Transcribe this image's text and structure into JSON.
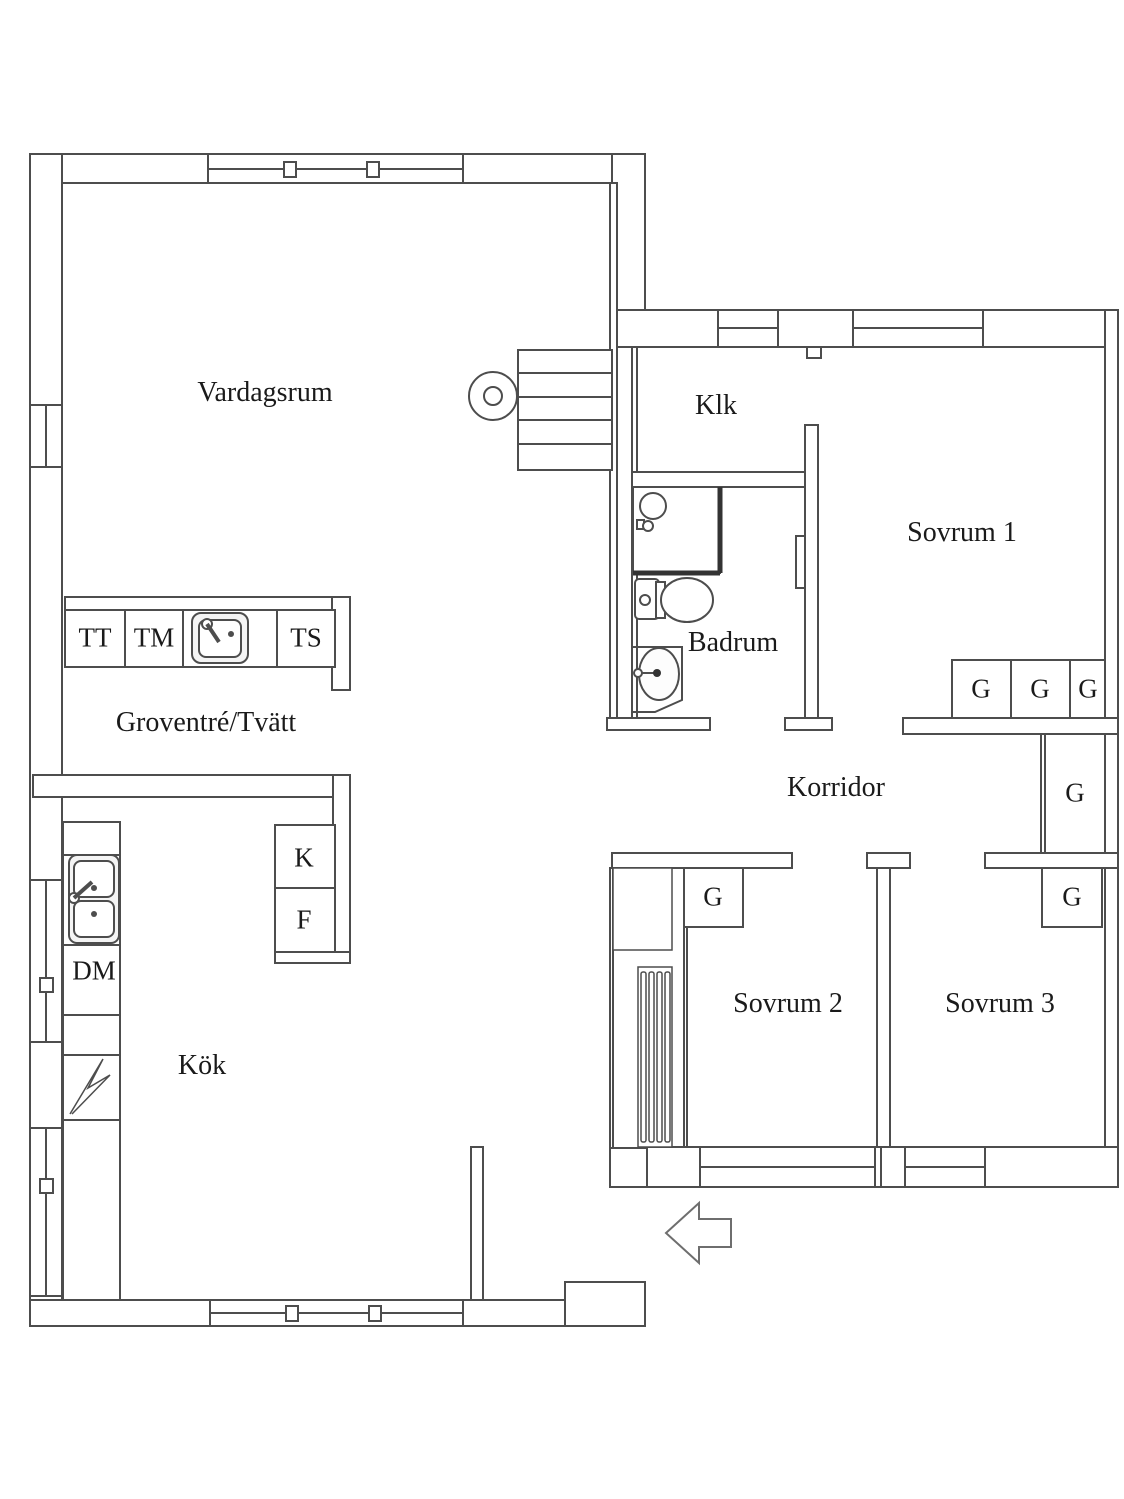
{
  "plan": {
    "room_labels": {
      "vardagsrum": "Vardagsrum",
      "klk": "Klk",
      "sovrum1": "Sovrum 1",
      "badrum": "Badrum",
      "groventre": "Groventré/Tvätt",
      "korridor": "Korridor",
      "kok": "Kök",
      "sovrum2": "Sovrum 2",
      "sovrum3": "Sovrum 3"
    },
    "appliance_labels": {
      "tt": "TT",
      "tm": "TM",
      "ts": "TS",
      "k": "K",
      "f": "F",
      "dm": "DM"
    },
    "wardrobe_label": "G",
    "colors": {
      "wall_line": "#4d4d4d",
      "dark_line": "#333333",
      "text": "#1a1a1a",
      "background": "#ffffff"
    }
  }
}
